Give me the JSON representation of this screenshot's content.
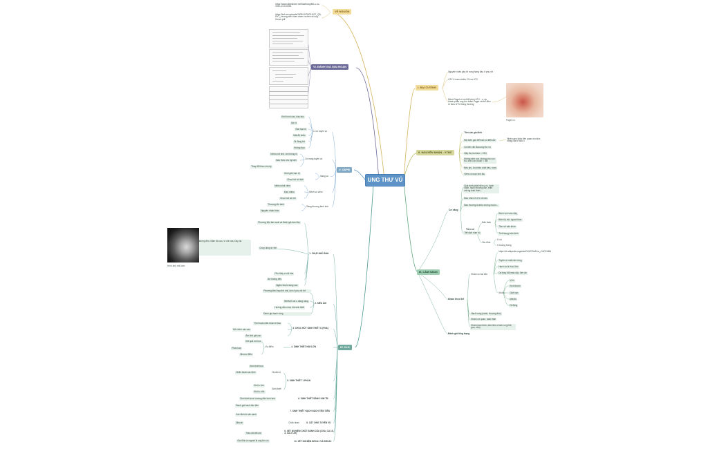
{
  "root": {
    "label": "UNG THƯ VÚ"
  },
  "branches": {
    "ve_nguon": {
      "label": "VỀ NGUỒN",
      "refs": [
        "https://www.slideshare.net/tisathung/BS-u-vu-2010-13-10-BS1",
        "https://bvb.vn/uploads/2009/11/20/021027_QD-BYT_Huong-dan-chan-doan-va-dieu-tri-ung-thu-vu.pdf"
      ]
    },
    "danh_gia": {
      "label": "VI. ĐÁNH GIÁ GIAI ĐOẠN"
    },
    "dai_cuong": {
      "label": "I. ĐẠI CƯƠNG",
      "items": [
        "Nguyên nhân gây tử vong hàng đầu ở phụ nữ",
        "UTV ở nam chiếm 1% ca UTV",
        "Bệnh Paget vú và thể bệnh UTV - u, và thành phần ung thư thâm Paget và thể điều trị theo UTV thông thường"
      ],
      "image_caption": "Paget vú"
    },
    "nguyen_nhan": {
      "label": "II. NGUYÊN NHÂN - YTNC",
      "items": [
        "Tiền căn gia đình",
        "Đột biến gen BRCA1 và BRCA2",
        "Có tiền căn đau ung thư vú",
        "Hấp thụ hormon > 10N",
        "Không sinh con, không cho con bú, sinh con muộn > 35t",
        "Béo phì, ăn nhiều chất béo, rượu",
        "Viêm vú mạn tính lâu"
      ],
      "note": "Nhiều gen khác liên quan và chức năng của tế bào u"
    },
    "lam_sang": {
      "label": "III. LÂM SÀNG",
      "co_nang": {
        "label": "Cơ năng",
        "items": [
          "Quá trình phát hiện u vú, hạch nách, hạch thượng đòn, triệu chứng toàn thân...",
          "Đau nhức ở vị trí di căn",
          "Đau thường là triệu chứng muộn...",
          "Tiết dịch núm vú"
        ]
      },
      "tien_su": {
        "label": "Tiền sử",
        "ban_than": {
          "label": "Bản thân",
          "items": [
            "Bệnh vú trước đây",
            "Bệnh lý nội, ngoại khoa",
            "Tiền sử sản khoa",
            "Tình trạng mãn kinh"
          ]
        },
        "gia_dinh": {
          "label": "Gia đình",
          "items": [
            "K vú",
            "K buồng trứng"
          ]
        }
      },
      "kham": {
        "label": "Khám thực thể",
        "kham_vu": {
          "label": "Khám vú hai bên",
          "items": [
            "https://vi.wikipedia.org/wiki/Kh%C3%A1m_v%C3%BA",
            "Tuyến vú mất cân xứng",
            "Hạch vú bị thụt, lõm",
            "Da thay đổi màu sắc, lõm da"
          ]
        },
        "khoi_u": {
          "label": "Khối u",
          "items": [
            "Vị trí",
            "Kích thước",
            "Giới hạn",
            "Mật độ",
            "Di động"
          ]
        },
        "others": [
          "Hạch vùng (nách, thượng đòn)",
          "Khám cơ quan, toàn thân",
          "Khám toàn thân, dấu hiệu di căn xa (phổi, gan, não)"
        ]
      },
      "danh_gia": "Đánh giá tổng trạng"
    },
    "cdpb": {
      "label": "V. CĐPB",
      "u_xo": {
        "label": "U xơ tuyến vú",
        "items": [
          "Khối hình cầu, bầu dục",
          "Bờ rõ",
          "Giới hạn rõ",
          "Mật độ chắc",
          "Di động tốt",
          "Không đau"
        ]
      },
      "xo_nang": {
        "label": "Xơ nang tuyến vú",
        "items": [
          "Nhiều nốt nhỏ, bờ không rõ",
          "Đau theo chu kỳ kinh",
          "Thay đổi theo chu kỳ"
        ]
      },
      "nang": {
        "label": "Nang vú",
        "items": [
          "Khối giới hạn rõ",
          "Chọc hút có dịch"
        ]
      },
      "viem": {
        "label": "Bệnh vú viêm",
        "items": [
          "Nhiều khối viêm",
          "Đau nhiều",
          "Chọc hút có mủ"
        ]
      },
      "sang_thuong": {
        "label": "Sang thương lành tính",
        "items": [
          "Thương tổn lành",
          "Nguyên nhân khác"
        ]
      }
    },
    "cls": {
      "label": "IV. CLS",
      "chup_nhu_anh": {
        "label": "1. CHỤP NHŨ ẢNH",
        "items": [
          "Phương tiện tầm soát và đánh giá ban đầu",
          "Chụp đúng tư thế",
          "Cho thấy vi vôi hóa",
          "Bờ không đều",
          "Ngấm thuốc dạng sao"
        ],
        "desc": "Hình sao, Bờ không đều, Đậm độ cao, Vi vôi hóa, Dày da",
        "image_caption": "Hình ảnh nhũ ảnh"
      },
      "sieu_am": {
        "label": "2. SIÊU ÂM",
        "items": [
          "Phương tiện thay thế nhũ ảnh ở phụ nữ trẻ",
          "BIRADS và u dạng nang",
          "Hướng dẫn chọc hút sinh thiết",
          "Đánh giá hạch vùng"
        ]
      },
      "choc_hut": {
        "label": "3. CHỌC HÚT SINH THIẾT U (FNA)",
        "items": [
          "Thủ thuật chẩn đoán tế bào",
          "Độ chính xác cao",
          "Âm tính giả cao"
        ]
      },
      "sinh_thiet_kim": {
        "label": "4. SINH THIẾT KIM LỚN",
        "items": [
          "Ưu điểm",
          "Kết quả mô học",
          "Phân loại",
          "Nhược điểm"
        ]
      },
      "sinh_thiet_mo": {
        "label": "5. SINH THIẾT 1 PHẦN",
        "items": [
          "Sinh thiết trọn",
          "Chẩn đoán xác định",
          "Chuẩn bị",
          "Sinh thiết",
          "Khối u lớn",
          "Khối u nhỏ"
        ]
      },
      "sinh_thiet_kim_ht": {
        "label": "6. SINH THIẾT BẰNG KIM TB",
        "items": [
          "Sinh thiết dưới hướng dẫn hình ảnh"
        ]
      },
      "hach_canh_gac": {
        "label": "7. SINH THIẾT HẠCH NÁCH TIÊN TIẾN",
        "items": [
          "Đánh giá hạch đầu tiên",
          "Xác định di căn hạch"
        ]
      },
      "xq": {
        "label": "8. CẮT ỐNG TUYẾN VÚ",
        "items": [
          "Chẩn đoán",
          "Điều trị"
        ]
      },
      "xn_bd": {
        "label": "9. XÉT NGHIỆM CHẤT ĐÁNH DẤU (CEA, CA 15-3, CA 27.29)",
        "items": [
          "Theo dõi điều trị"
        ]
      },
      "brca": {
        "label": "10. XÉT NGHIỆM BRCA1 VÀ BRCA2",
        "items": [
          "Gia đình có người bị ung thư vú"
        ]
      }
    }
  },
  "colors": {
    "yellow": "#d6b35a",
    "olive": "#b7b75b",
    "green": "#5ea37d",
    "purple": "#6c6a97",
    "blue": "#5d93c7",
    "teal": "#4a9a8c"
  }
}
